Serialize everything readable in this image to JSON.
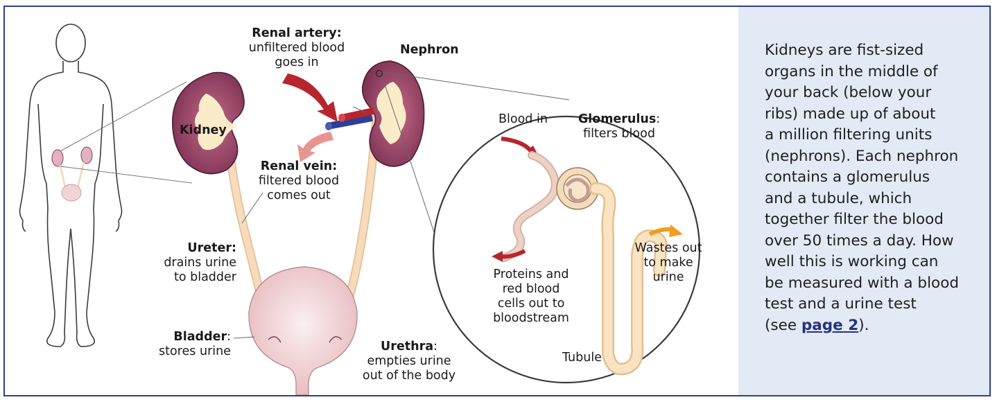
{
  "labels": {
    "renal_artery_title": "Renal artery:",
    "renal_artery_l2": "unfiltered blood",
    "renal_artery_l3": "goes in",
    "nephron": "Nephron",
    "kidney": "Kidney",
    "renal_vein_title": "Renal vein:",
    "renal_vein_l2": "filtered blood",
    "renal_vein_l3": "comes out",
    "ureter_title": "Ureter:",
    "ureter_l2": "drains urine",
    "ureter_l3": "to bladder",
    "bladder_title": "Bladder",
    "bladder_colon": ":",
    "bladder_l2": "stores urine",
    "urethra_title": "Urethra",
    "urethra_colon": ":",
    "urethra_l2": "empties urine",
    "urethra_l3": "out of the body",
    "blood_in": "Blood in",
    "glomerulus_title": "Glomerulus",
    "glomerulus_colon": ":",
    "glomerulus_l2": "filters blood",
    "proteins_l1": "Proteins and",
    "proteins_l2": "red blood",
    "proteins_l3": "cells out to",
    "proteins_l4": "bloodstream",
    "wastes_l1": "Wastes out",
    "wastes_l2": "to make",
    "wastes_l3": "urine",
    "tubule": "Tubule"
  },
  "sidebar": {
    "l1": "Kidneys are fist-sized",
    "l2": "organs in the middle of",
    "l3": "your back (below your",
    "l4": "ribs) made up of about",
    "l5": "a million filtering units",
    "l6": "(nephrons). Each nephron",
    "l7": "contains a glomerulus",
    "l8": "and a tubule, which",
    "l9": "together filter the blood",
    "l10": "over 50 times a day. How",
    "l11": "well this is working can",
    "l12": "be measured with a blood",
    "l13_pre": "test and a urine test",
    "l14_pre": "(see ",
    "link": "page 2",
    "l14_post": ")."
  },
  "colors": {
    "border": "#2f3f8f",
    "sidebar_bg": "#e3eaf6",
    "kidney_fill": "#8a3a5e",
    "kidney_inner": "#fbecc9",
    "ureter": "#f4d7b3",
    "bladder": "#f1d4d6",
    "artery": "#b8252c",
    "vein": "#2d3f94",
    "waste_arrow": "#f39c1f",
    "link": "#24337f"
  }
}
